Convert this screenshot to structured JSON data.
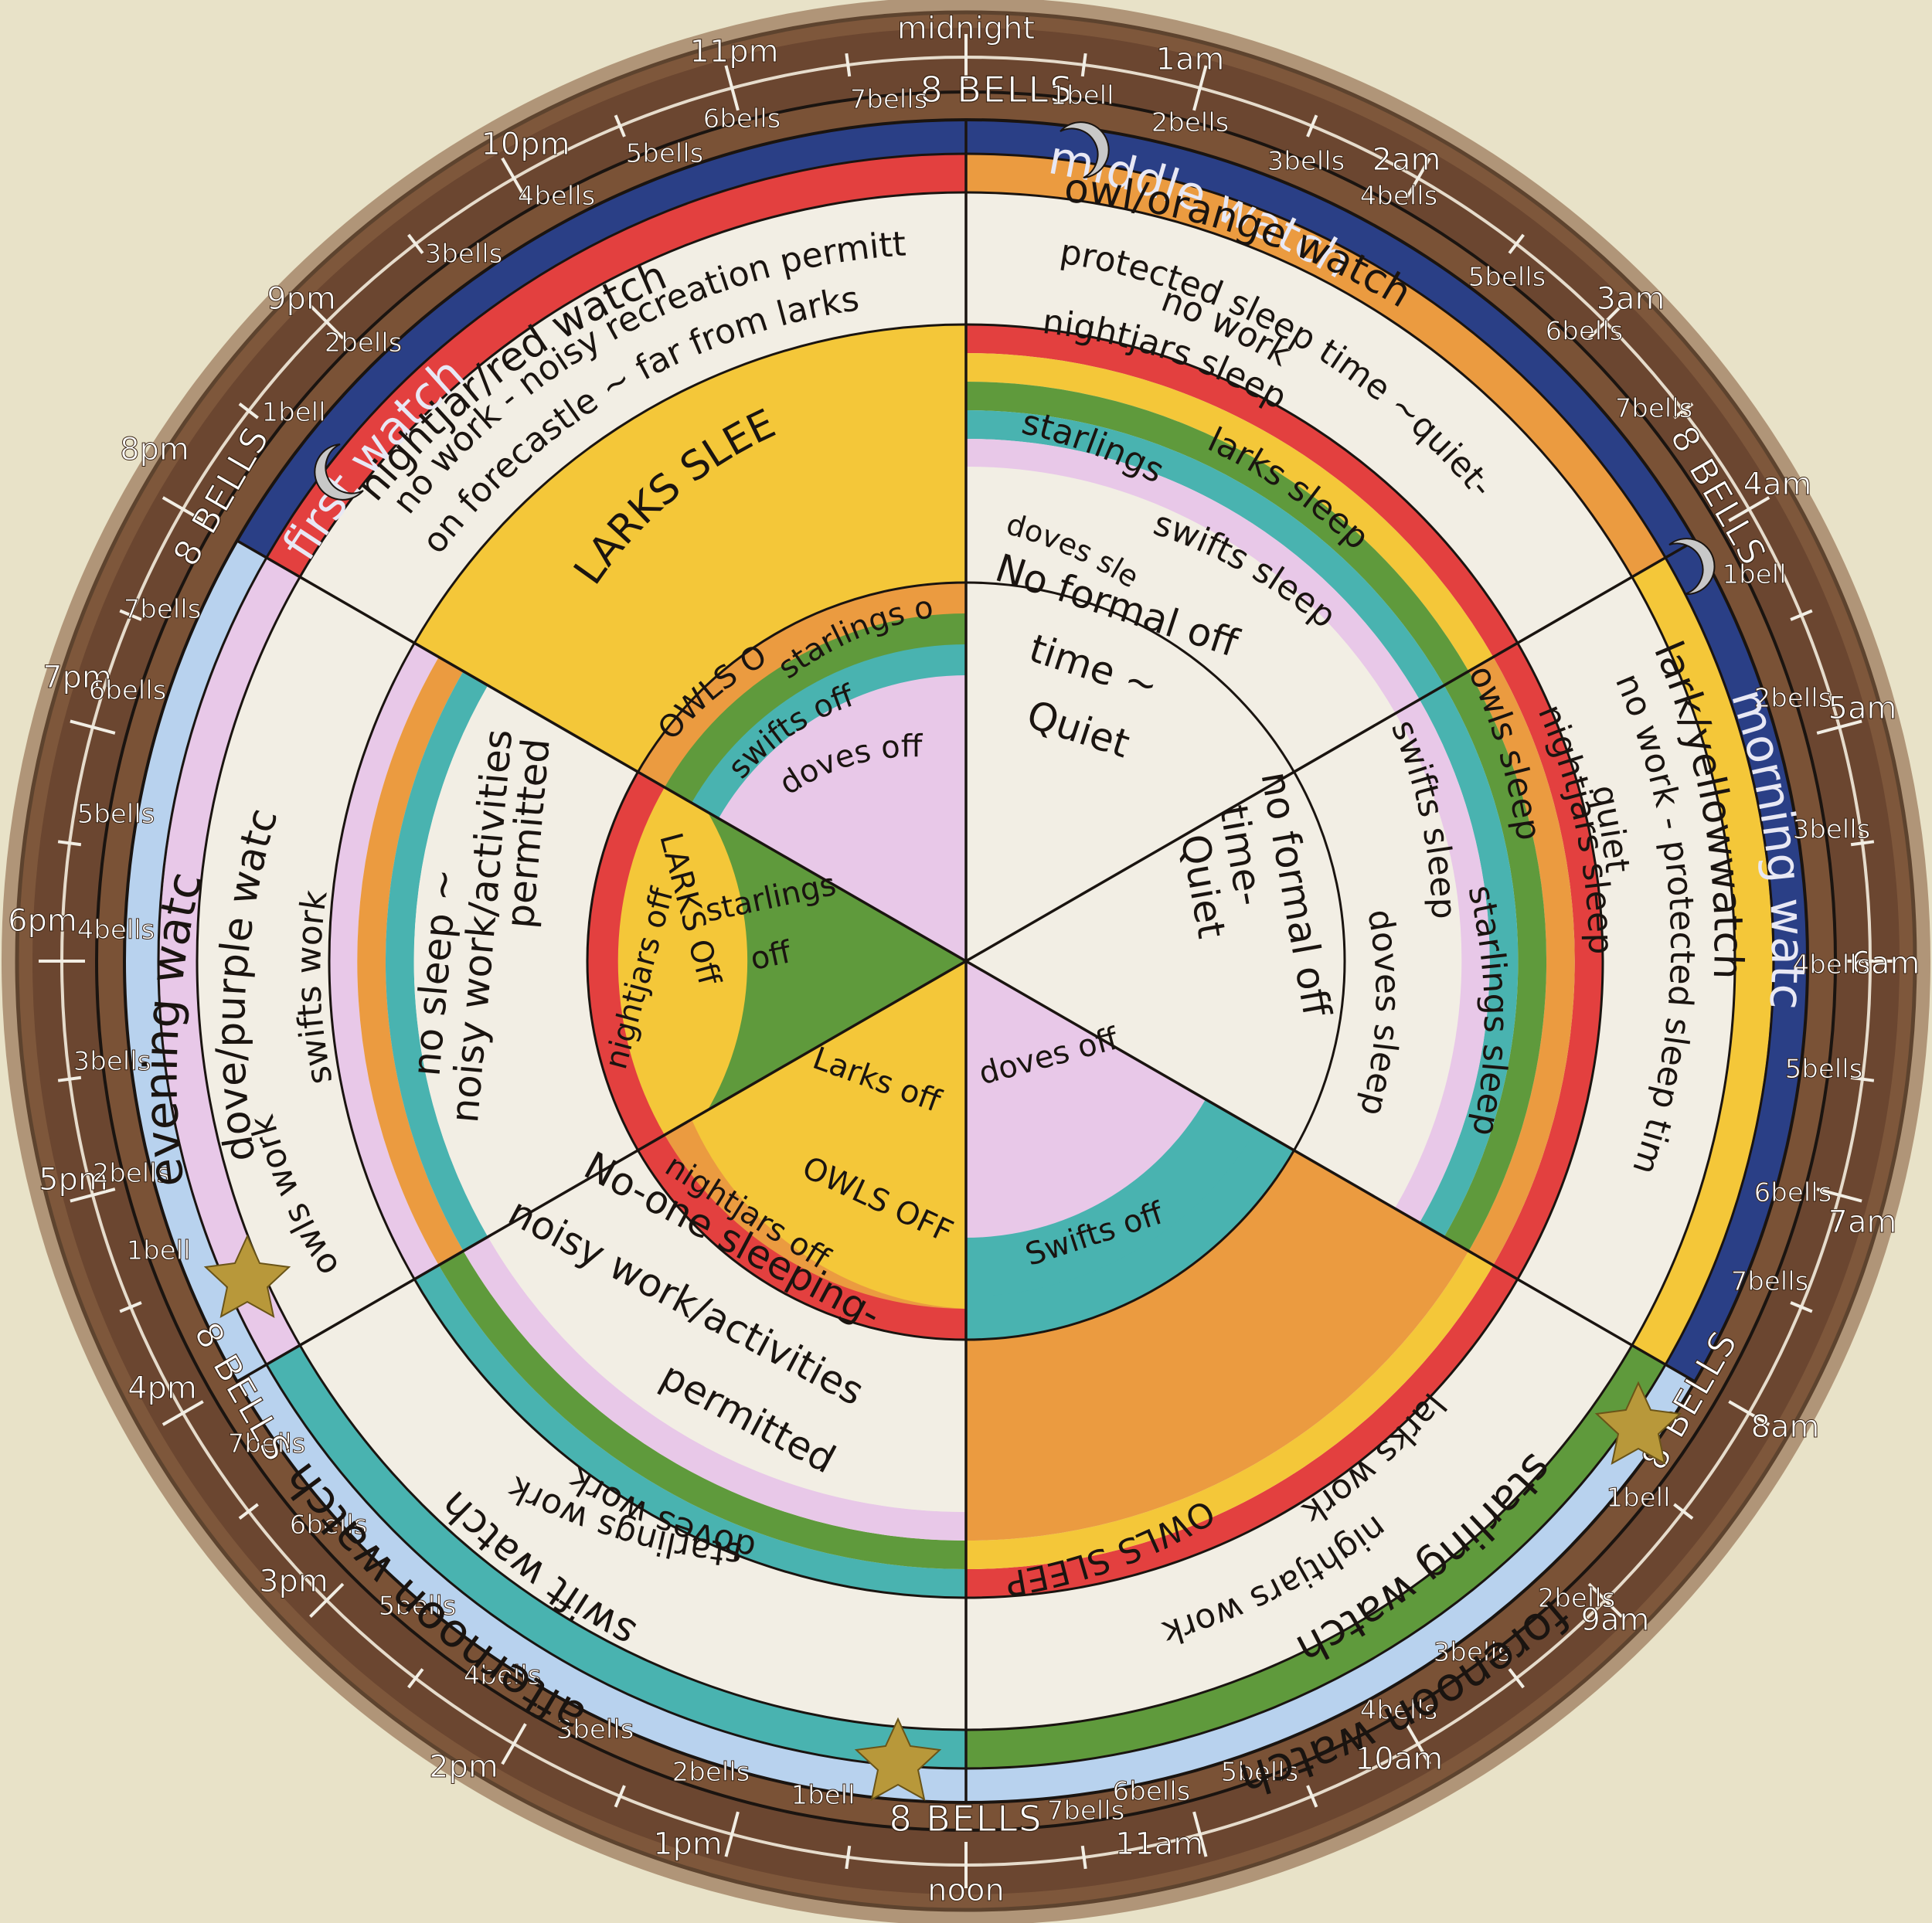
{
  "colors": {
    "background": "#e8e2c8",
    "rim_brown": "#7a5236",
    "navy": "#2a3f86",
    "light_blue": "#b8d2ee",
    "red": "#e3403f",
    "orange": "#eb9b40",
    "yellow": "#f4c739",
    "green": "#5f9a3c",
    "teal": "#49b3b0",
    "lilac": "#e8c8e8",
    "cream": "#f2eee4",
    "ink": "#1a1410",
    "star": "#b8983a",
    "moon": "#c8c8c8"
  },
  "clock_labels": {
    "top": "midnight",
    "bottom": "noon",
    "hours": [
      "1am",
      "2am",
      "3am",
      "4am",
      "5am",
      "6am",
      "7am",
      "8am",
      "9am",
      "10am",
      "11am",
      "1pm",
      "2pm",
      "3pm",
      "4pm",
      "5pm",
      "6pm",
      "7pm",
      "8pm",
      "9pm",
      "10pm",
      "11pm"
    ],
    "bells": [
      "1bell",
      "2bells",
      "3bells",
      "4bells",
      "5bells",
      "6bells",
      "7bells",
      "8 BELLS"
    ]
  },
  "watches": {
    "middle": "middle watch",
    "morning": "morning watch",
    "forenoon": "forenoon watch",
    "afternoon": "afternoon watch",
    "evening": "evening watch",
    "first": "first watch"
  },
  "crew_watches": {
    "owl": "owl/orange watch",
    "lark": "lark/yellowwatch",
    "starling": "starling watch",
    "swift": "swift watch",
    "dove": "dove/purple watch",
    "nightjar": "nightjar/red watch"
  },
  "notes": {
    "owl_line1": "protected sleep time ~quiet-",
    "owl_line2": "no work",
    "lark_line1": "no work - protected sleep time-",
    "lark_line2": "quiet",
    "nightjar_line1": "no work - noisy recreation permitted",
    "nightjar_line2": "on forecastle ~ far from larks"
  },
  "bands": {
    "nightjars_sleep": "nightjars sleep",
    "larks_sleep": "larks sleep",
    "starlings_sleep": "starlings sleep",
    "swifts_sleep": "swifts sleep",
    "doves_sleep": "doves sleep",
    "owls_sleep": "owls sleep",
    "larks_work": "larks work",
    "nightjars_work": "nightjars work",
    "owls_sleep_caps": "OWLS SLEEP",
    "starlings_work": "starlings work",
    "doves_work": "doves work",
    "swifts_work": "swifts work",
    "owls_work": "owls work",
    "larks_sleep_caps": "LARKS SLEEP"
  },
  "sectors": {
    "quiet1_line1": "No formal off",
    "quiet1_line2": "time ~",
    "quiet1_line3": "Quiet",
    "quiet2_line1": "no formal off",
    "quiet2_line2": "time-",
    "quiet2_line3": "Quiet",
    "noisy1_line1": "no sleep ~",
    "noisy1_line2": "noisy work/activities",
    "noisy1_line3": "permitted",
    "noisy2_line1": "No-one sleeping-",
    "noisy2_line2": "noisy work/activities",
    "noisy2_line3": "permitted"
  },
  "off_labels": {
    "owls": "OWLS OFF",
    "starlings": "starlings off",
    "swifts": "swifts off",
    "doves": "doves off",
    "larks": "Larks off",
    "nightjars": "nightjars off",
    "starlings_off": "starlings",
    "starlings_off2": "off",
    "larks_off": "LARKS Off",
    "doves_off": "doves off",
    "owls_off": "OWLS OFF",
    "nightjars_off": "nightjars off",
    "swifts_off": "Swifts off"
  }
}
